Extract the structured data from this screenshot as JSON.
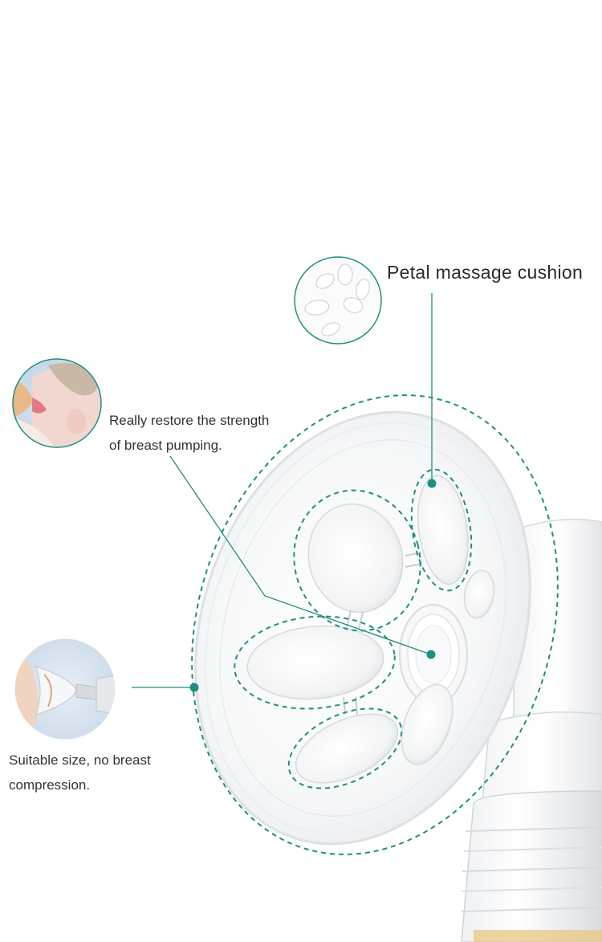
{
  "accent_color": "#1e8f80",
  "callouts": {
    "petal": {
      "title": "Petal massage cushion",
      "icon": "petal-cushion-thumbnail"
    },
    "strength": {
      "line1": "Really restore the strength",
      "line2": "of breast pumping.",
      "icon": "baby-feeding-thumbnail"
    },
    "size": {
      "line1": "Suitable size, no breast",
      "line2": "compression.",
      "icon": "flange-fit-thumbnail"
    }
  }
}
